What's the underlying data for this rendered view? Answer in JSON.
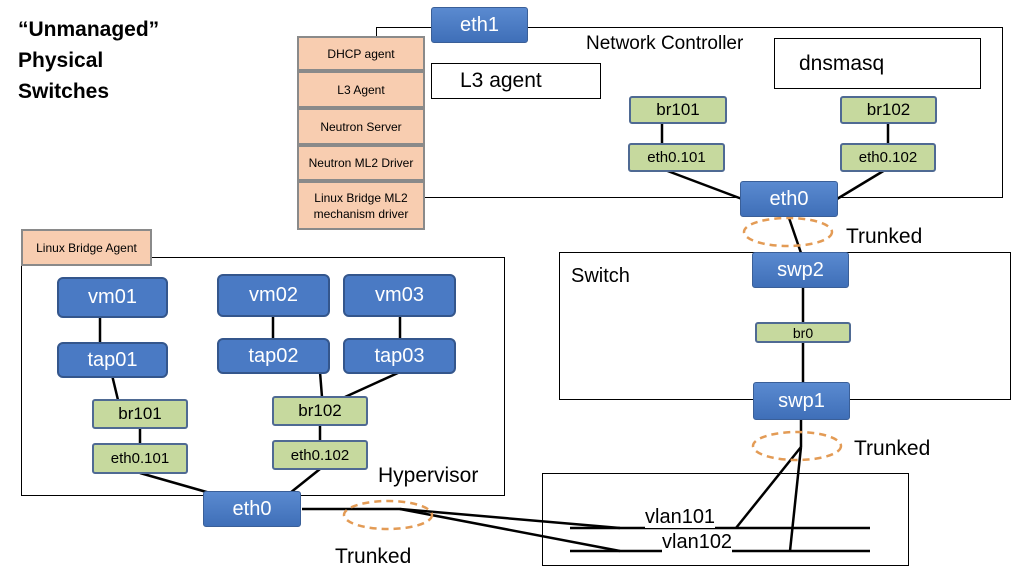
{
  "title": [
    "“Unmanaged”",
    "Physical",
    "Switches"
  ],
  "controller": {
    "label": "Network Controller",
    "eth1": "eth1",
    "agents": [
      "DHCP agent",
      "L3 Agent",
      "Neutron Server",
      "Neutron ML2 Driver",
      "Linux Bridge ML2 mechanism driver"
    ],
    "l3_agent": "L3 agent",
    "dnsmasq": "dnsmasq",
    "br101": "br101",
    "br102": "br102",
    "eth0_101": "eth0.101",
    "eth0_102": "eth0.102",
    "eth0": "eth0"
  },
  "hypervisor": {
    "label": "Hypervisor",
    "agent": "Linux Bridge Agent",
    "vm01": "vm01",
    "vm02": "vm02",
    "vm03": "vm03",
    "tap01": "tap01",
    "tap02": "tap02",
    "tap03": "tap03",
    "br101": "br101",
    "br102": "br102",
    "eth0_101": "eth0.101",
    "eth0_102": "eth0.102",
    "eth0": "eth0"
  },
  "switch": {
    "label": "Switch",
    "swp2": "swp2",
    "br0": "br0",
    "swp1": "swp1"
  },
  "vlans": {
    "vlan101": "vlan101",
    "vlan102": "vlan102"
  },
  "trunked": [
    "Trunked",
    "Trunked",
    "Trunked"
  ],
  "colors": {
    "blue": "#4a7ac4",
    "green": "#c6d99e",
    "peach": "#f8cdb0",
    "trunk_ellipse": "#e39b55"
  }
}
